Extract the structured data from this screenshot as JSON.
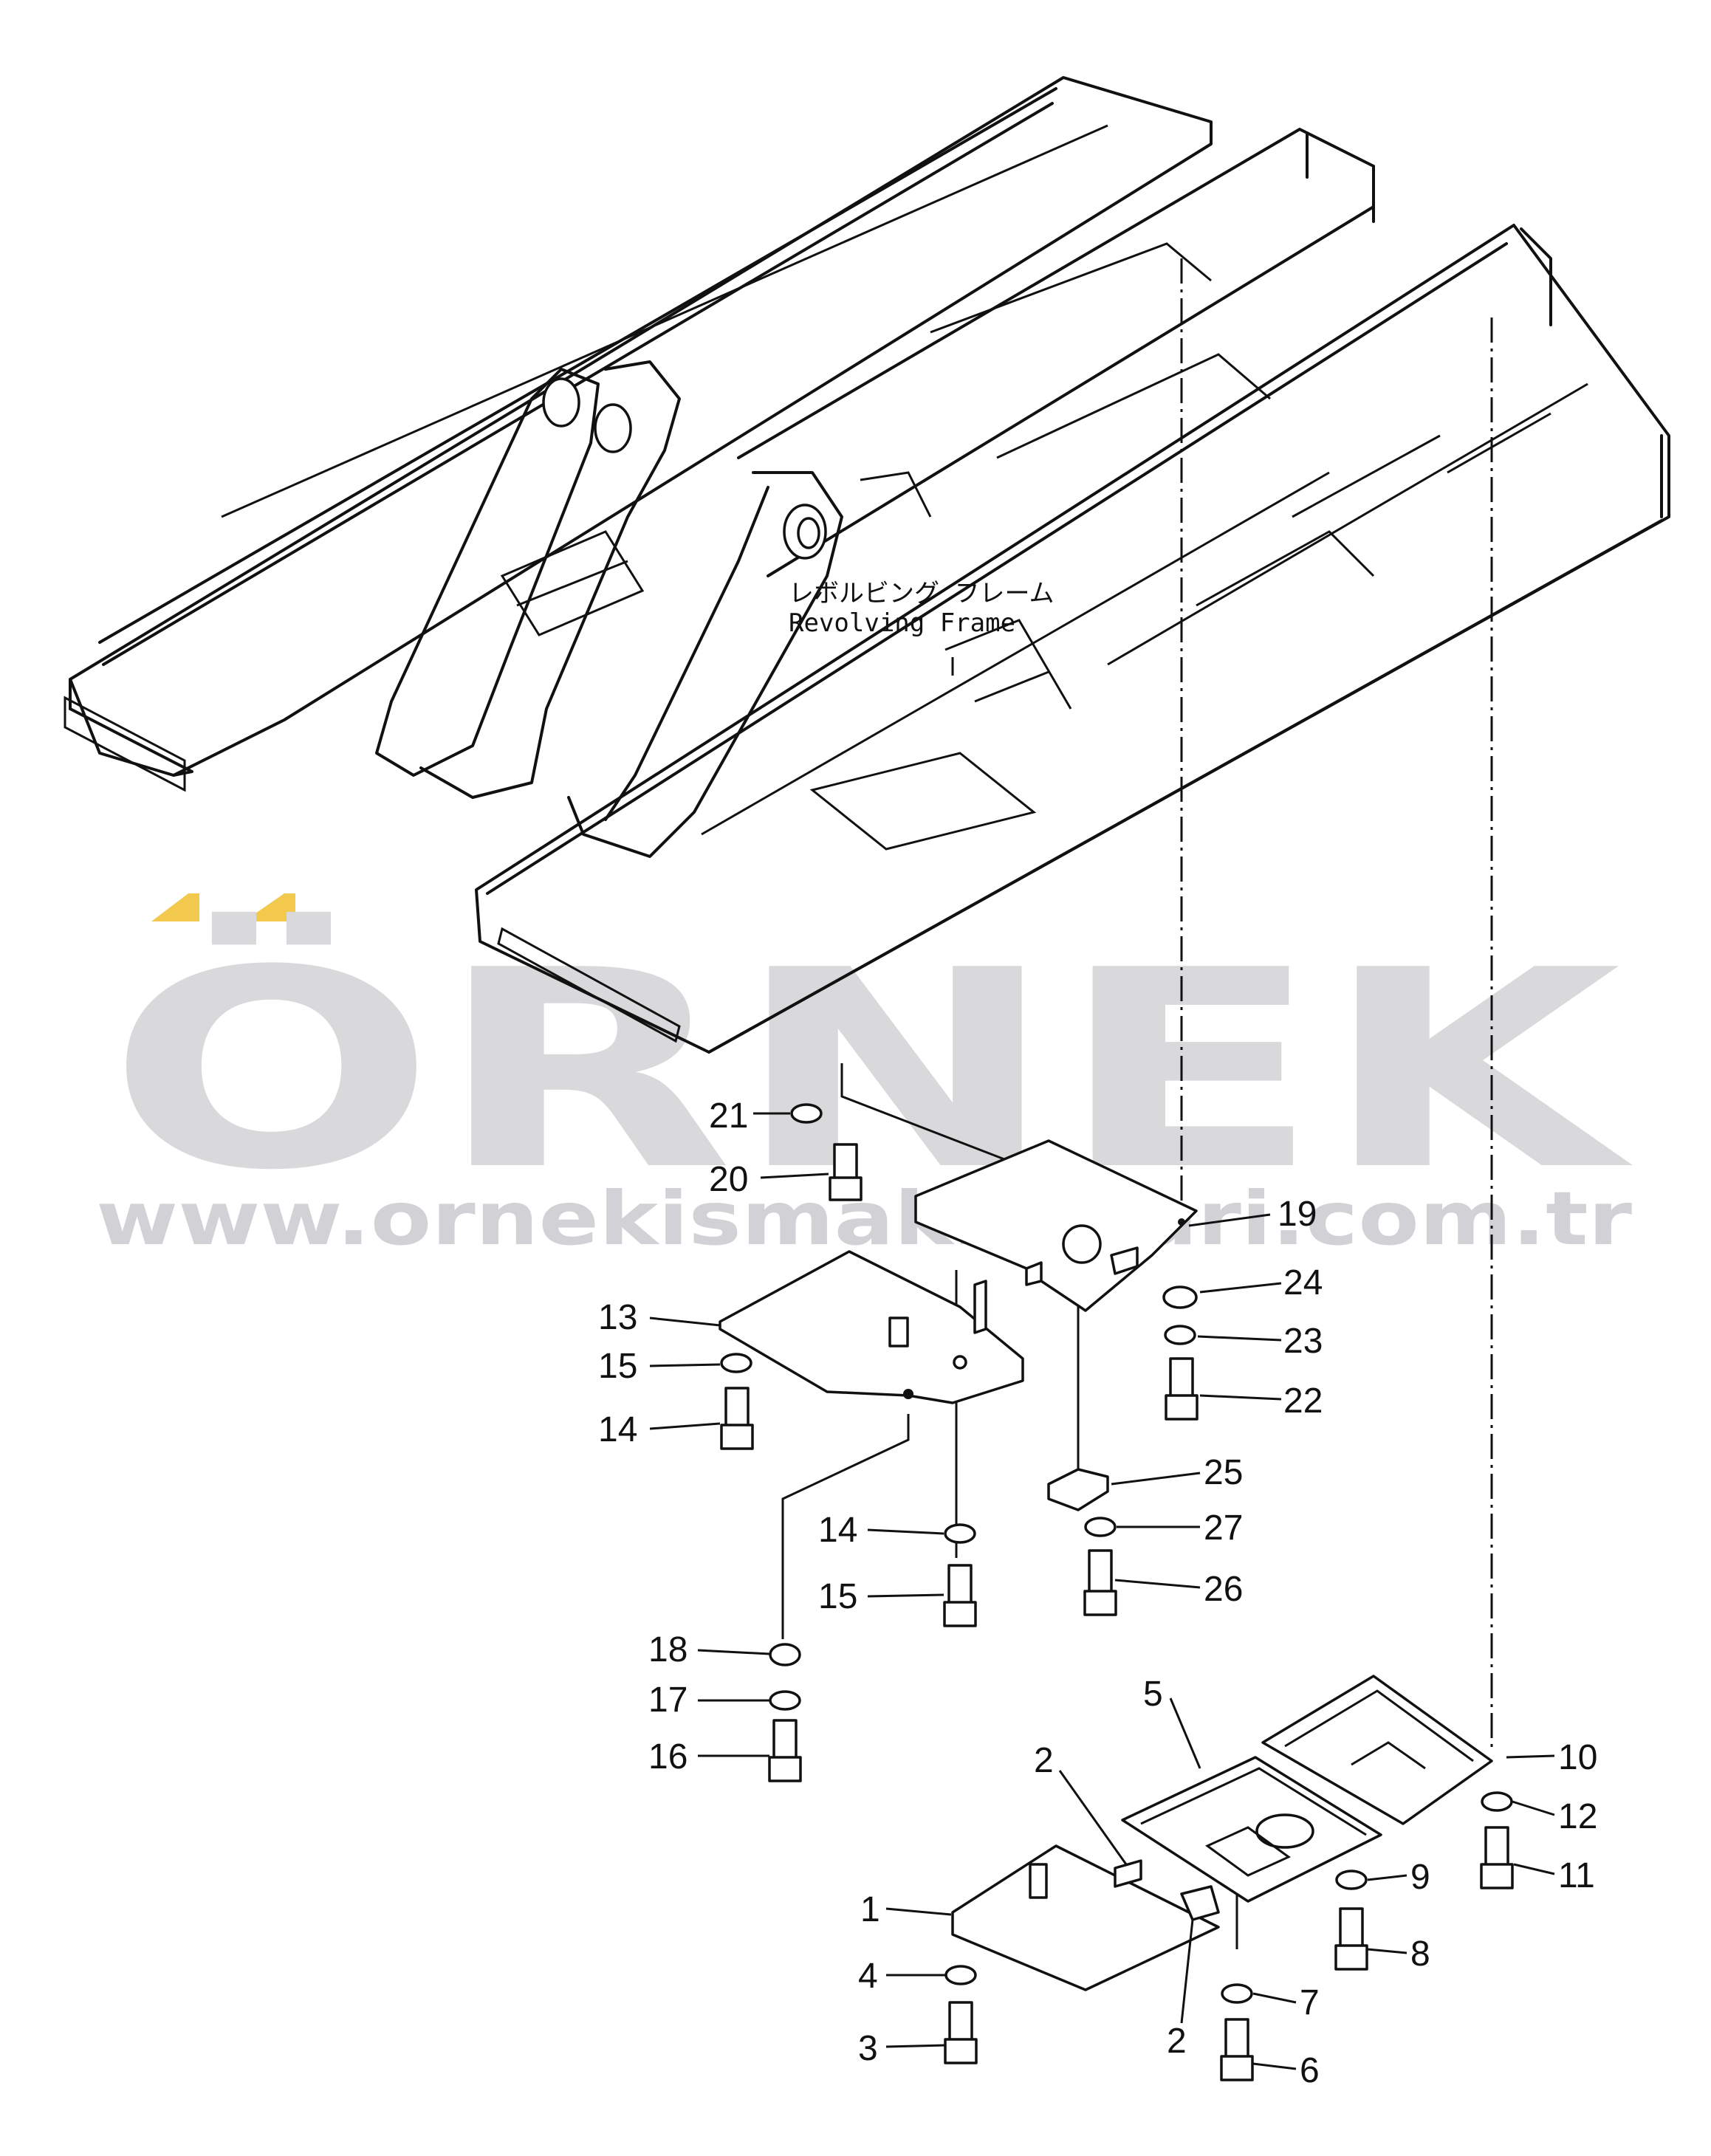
{
  "watermark": {
    "brand": "ÖRNEK",
    "url": "www.ornekismakinalari.com.tr",
    "brand_color": "#d9d9dc",
    "accent_color": "#f2c94c"
  },
  "caption": {
    "japanese": "レボルビング フレーム",
    "english": "Revolving Frame"
  },
  "callouts": [
    {
      "id": "c21",
      "label": "21"
    },
    {
      "id": "c20",
      "label": "20"
    },
    {
      "id": "c19",
      "label": "19"
    },
    {
      "id": "c24",
      "label": "24"
    },
    {
      "id": "c23",
      "label": "23"
    },
    {
      "id": "c22",
      "label": "22"
    },
    {
      "id": "c13",
      "label": "13"
    },
    {
      "id": "c15a",
      "label": "15"
    },
    {
      "id": "c14a",
      "label": "14"
    },
    {
      "id": "c25",
      "label": "25"
    },
    {
      "id": "c27",
      "label": "27"
    },
    {
      "id": "c26",
      "label": "26"
    },
    {
      "id": "c14b",
      "label": "14"
    },
    {
      "id": "c15b",
      "label": "15"
    },
    {
      "id": "c18",
      "label": "18"
    },
    {
      "id": "c17",
      "label": "17"
    },
    {
      "id": "c16",
      "label": "16"
    },
    {
      "id": "c5",
      "label": "5"
    },
    {
      "id": "c2a",
      "label": "2"
    },
    {
      "id": "c10",
      "label": "10"
    },
    {
      "id": "c12",
      "label": "12"
    },
    {
      "id": "c11",
      "label": "11"
    },
    {
      "id": "c9",
      "label": "9"
    },
    {
      "id": "c8",
      "label": "8"
    },
    {
      "id": "c1",
      "label": "1"
    },
    {
      "id": "c4",
      "label": "4"
    },
    {
      "id": "c7",
      "label": "7"
    },
    {
      "id": "c2b",
      "label": "2"
    },
    {
      "id": "c3",
      "label": "3"
    },
    {
      "id": "c6",
      "label": "6"
    }
  ]
}
